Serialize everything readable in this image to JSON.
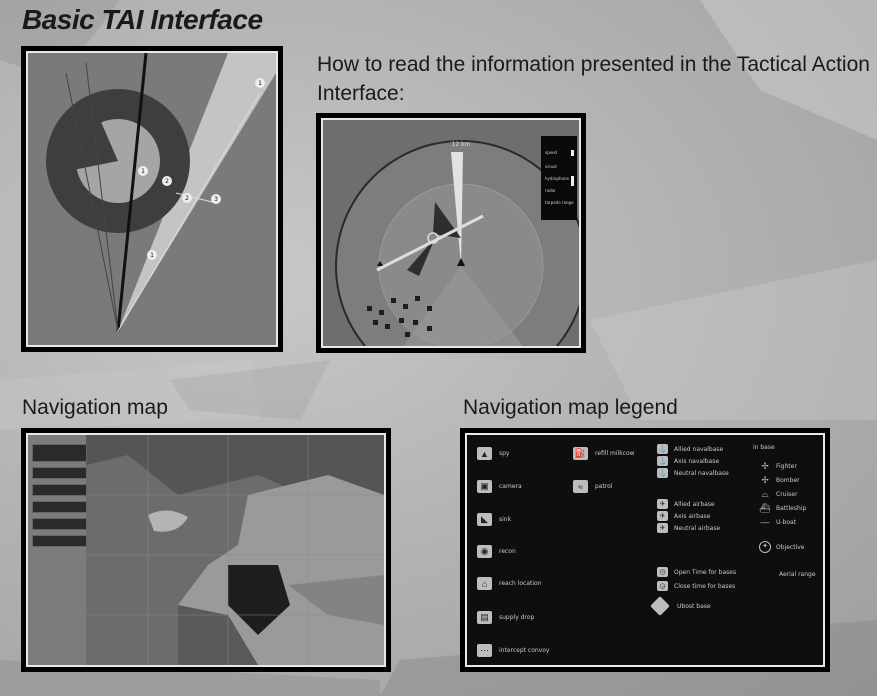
{
  "page": {
    "title": "Basic TAI Interface",
    "subtitle": "How to read the information presented in the Tactical Action Interface:",
    "nav_map_label": "Navigation map",
    "nav_legend_label": "Navigation map legend"
  },
  "colors": {
    "page_bg": "#b4b4b4",
    "frame": "#000000",
    "panel_gray": "#7a7a7a",
    "dark_ring": "#3c3c3c"
  },
  "tai_diagram": {
    "markers": [
      "1",
      "1",
      "1",
      "2",
      "2",
      "3"
    ]
  },
  "tai_screen": {
    "range_label": "12 km",
    "panel_labels": [
      "speed",
      "visual",
      "hydrophone",
      "radar",
      "torpedo range"
    ]
  },
  "legend": {
    "mission_items": [
      {
        "icon": "spy-icon",
        "label": "spy"
      },
      {
        "icon": "camera-icon",
        "label": "camera"
      },
      {
        "icon": "sink-icon",
        "label": "sink"
      },
      {
        "icon": "recon-icon",
        "label": "recon"
      },
      {
        "icon": "reach-icon",
        "label": "reach location"
      },
      {
        "icon": "supply-icon",
        "label": "supply drop"
      },
      {
        "icon": "convoy-icon",
        "label": "intercept convoy"
      }
    ],
    "extra_items": [
      {
        "icon": "refuel-icon",
        "label": "refill milkcow"
      },
      {
        "icon": "patrol-icon",
        "label": "patrol"
      }
    ],
    "base_items": [
      {
        "icon": "naval-base-icon",
        "label": "Allied navalbase"
      },
      {
        "icon": "naval-base-icon",
        "label": "Axis navalbase"
      },
      {
        "icon": "naval-base-icon",
        "label": "Neutral navalbase"
      },
      {
        "icon": "airbase-icon",
        "label": "Allied airbase"
      },
      {
        "icon": "airbase-icon",
        "label": "Axis airbase"
      },
      {
        "icon": "airbase-icon",
        "label": "Neutral airbase"
      },
      {
        "icon": "timer-icon",
        "label": "Open Time for bases"
      },
      {
        "icon": "timer-icon",
        "label": "Close time for bases"
      },
      {
        "icon": "uboat-base-icon",
        "label": "Ubost base"
      }
    ],
    "unit_header": "in base",
    "unit_items": [
      {
        "symbol": "✢",
        "label": "Fighter"
      },
      {
        "symbol": "✢",
        "label": "Bomber"
      },
      {
        "symbol": "⌓",
        "label": "Cruiser"
      },
      {
        "symbol": "⛴",
        "label": "Battleship"
      },
      {
        "symbol": "—",
        "label": "U-boat"
      }
    ],
    "objective": "Objective",
    "aerial_range": "Aerial range"
  }
}
